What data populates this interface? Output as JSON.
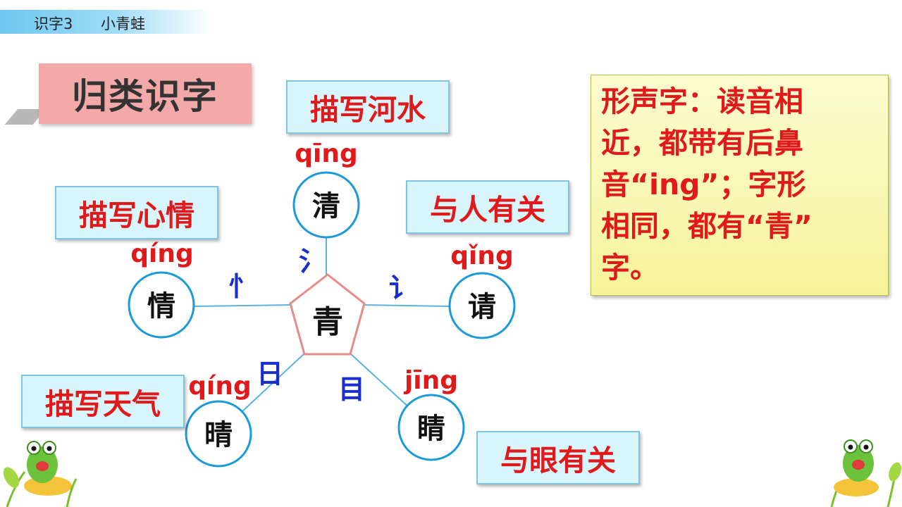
{
  "header": {
    "lesson": "识字3",
    "title": "小青蛙"
  },
  "section_title": "归类识字",
  "center_char": "青",
  "chars": {
    "qing_water": {
      "char": "清",
      "pinyin": "qīng",
      "radical": "氵",
      "label": "描写河水"
    },
    "qing_heart": {
      "char": "情",
      "pinyin": "qíng",
      "radical": "忄",
      "label": "描写心情"
    },
    "qing_speech": {
      "char": "请",
      "pinyin": "qǐng",
      "radical": "讠",
      "label": "与人有关"
    },
    "qing_sun": {
      "char": "晴",
      "pinyin": "qíng",
      "radical": "日",
      "label": "描写天气"
    },
    "jing_eye": {
      "char": "睛",
      "pinyin": "jīng",
      "radical": "目",
      "label": "与眼有关"
    }
  },
  "note": {
    "line1": "形声字：读音相",
    "line2": "近，都带有后鼻",
    "line3": "音“ing”；字形",
    "line4": "相同，都有“青”",
    "line5": "字。"
  },
  "colors": {
    "label_text": "#e0191b",
    "radical": "#1a2ecf",
    "circle_border": "#1a9ad9",
    "pentagon": "#e88a8a"
  }
}
